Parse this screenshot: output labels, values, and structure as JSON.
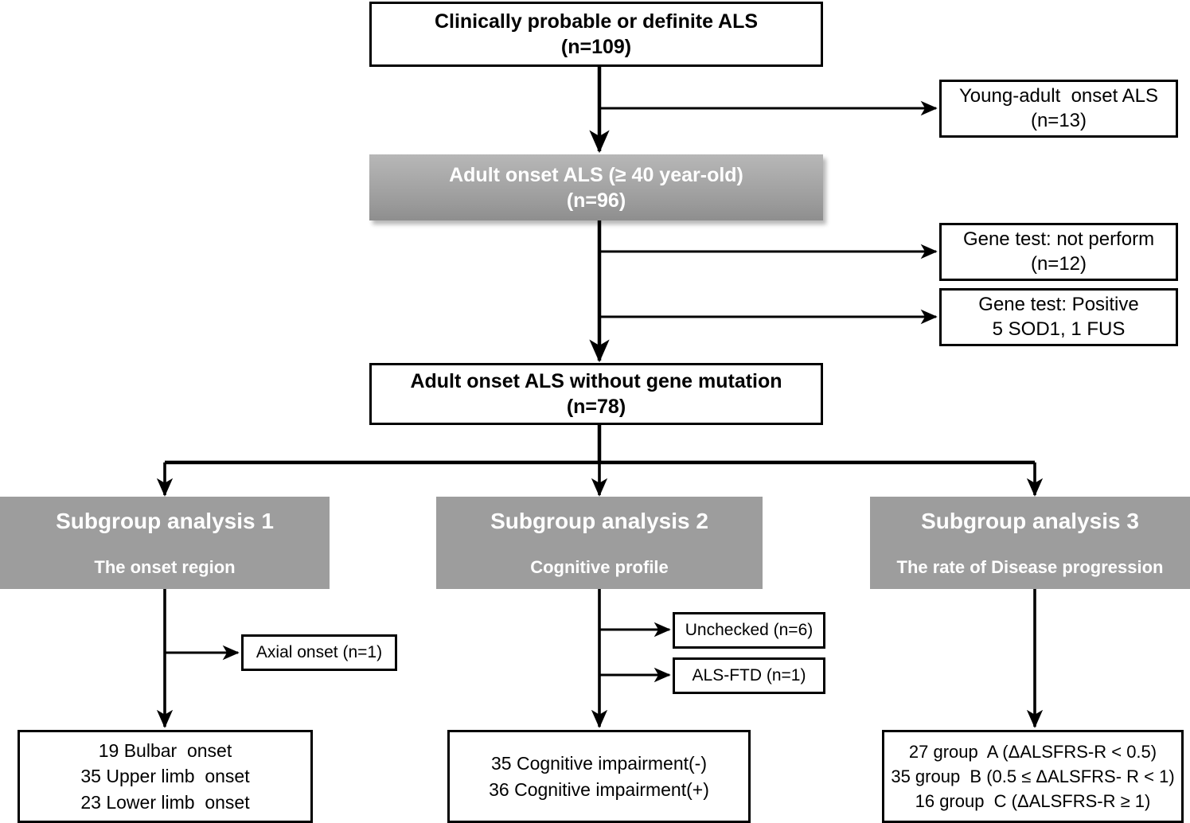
{
  "diagram": {
    "title": "ALS patient selection and subgroup analysis flowchart",
    "colors": {
      "stroke": "#000000",
      "box_fill": "#ffffff",
      "gray_fill": "#9d9d9d",
      "gray_gradient_top": "#b7b7b7",
      "gray_gradient_bottom": "#8e8e8e",
      "gray_text": "#ffffff"
    },
    "nodes": {
      "root": {
        "line1": "Clinically probable or definite ALS",
        "line2": "(n=109)"
      },
      "excluded_young": {
        "line1": "Young-adult  onset ALS",
        "line2": "(n=13)"
      },
      "adult_onset": {
        "line1": "Adult onset ALS (≥ 40 year-old)",
        "line2": "(n=96)"
      },
      "gene_not_performed": {
        "line1": "Gene test: not perform",
        "line2": "(n=12)"
      },
      "gene_positive": {
        "line1": "Gene test: Positive",
        "line2": "5 SOD1, 1 FUS"
      },
      "no_mutation": {
        "line1": "Adult onset ALS without gene mutation",
        "line2": "(n=78)"
      },
      "subgroup1": {
        "title": "Subgroup analysis 1",
        "subtitle": "The onset region"
      },
      "subgroup2": {
        "title": "Subgroup analysis 2",
        "subtitle": "Cognitive profile"
      },
      "subgroup3": {
        "title": "Subgroup analysis 3",
        "subtitle": "The rate of Disease progression"
      },
      "axial_onset": {
        "line1": "Axial onset (n=1)"
      },
      "unchecked": {
        "line1": "Unchecked (n=6)"
      },
      "als_ftd": {
        "line1": "ALS-FTD (n=1)"
      },
      "onset_results": {
        "line1": "19 Bulbar  onset",
        "line2": "35 Upper limb  onset",
        "line3": "23 Lower limb  onset"
      },
      "cognitive_results": {
        "line1": "35 Cognitive impairment(-)",
        "line2": "36 Cognitive impairment(+)"
      },
      "progression_results": {
        "line1": "27 group  A (ΔALSFRS-R < 0.5)",
        "line2": "35 group  B (0.5 ≤ ΔALSFRS- R < 1)",
        "line3": "16 group  C (ΔALSFRS-R ≥ 1)"
      }
    }
  }
}
